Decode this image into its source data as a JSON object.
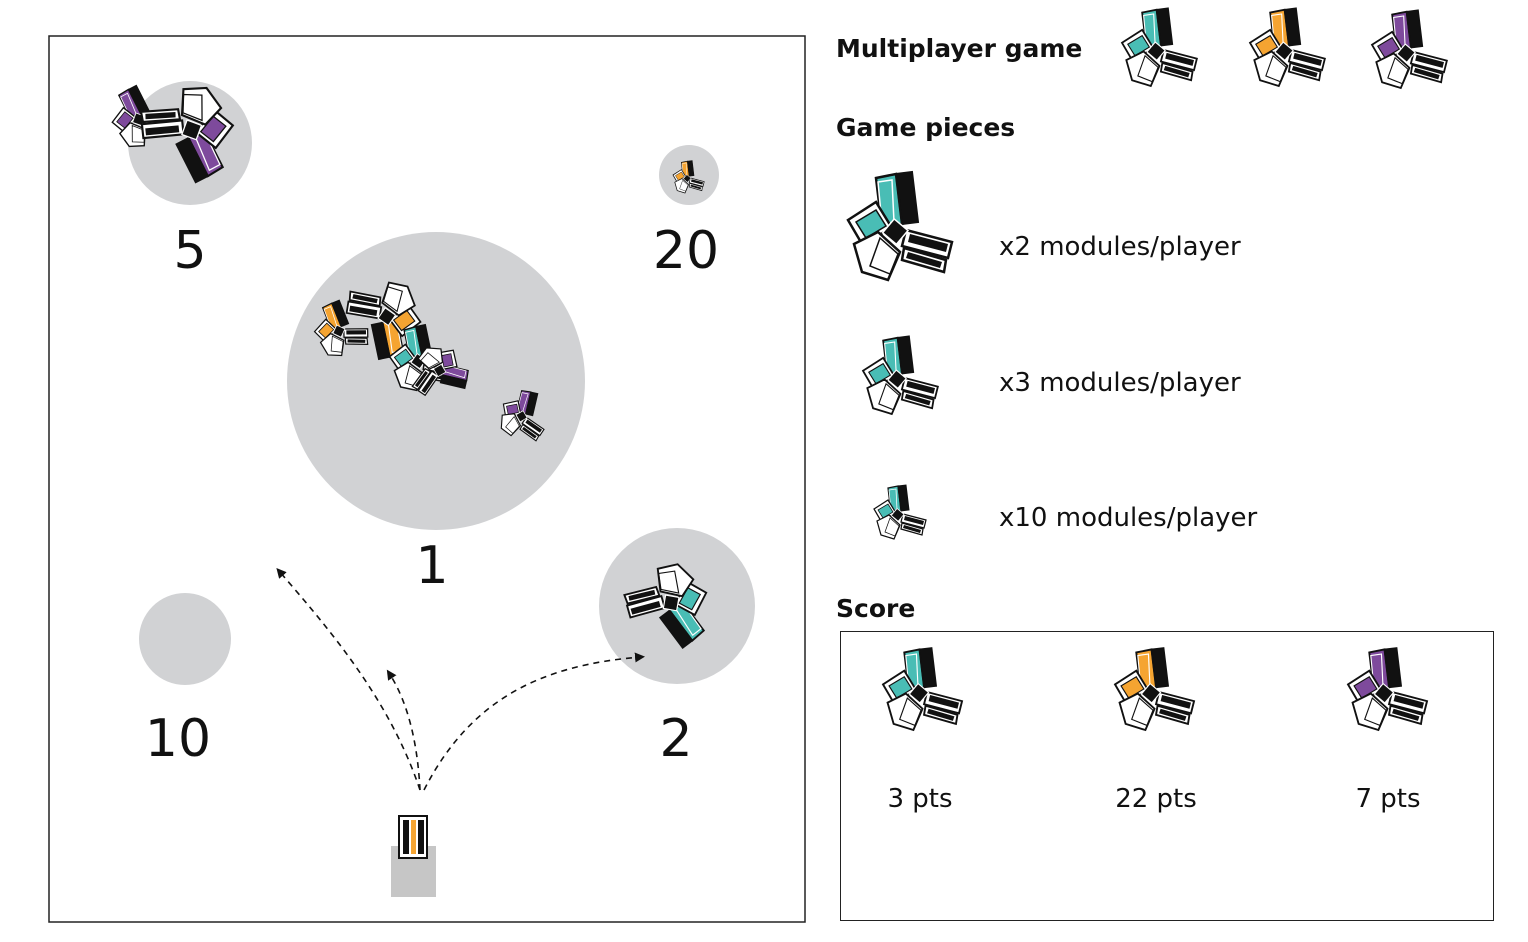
{
  "game_field": {
    "zones": [
      {
        "label": "5"
      },
      {
        "label": "20"
      },
      {
        "label": "1"
      },
      {
        "label": "2"
      },
      {
        "label": "10"
      }
    ]
  },
  "legend": {
    "multiplayer_title": "Multiplayer game",
    "player_colors": [
      "#49bdb5",
      "#f5a431",
      "#7e4a9c"
    ],
    "game_pieces_title": "Game pieces",
    "pieces": [
      {
        "label": "x2 modules/player",
        "icon": "large-module-icon"
      },
      {
        "label": "x3 modules/player",
        "icon": "medium-module-icon"
      },
      {
        "label": "x10 modules/player",
        "icon": "small-module-icon"
      }
    ]
  },
  "score": {
    "title": "Score",
    "entries": [
      {
        "player_color": "#49bdb5",
        "text": "3 pts"
      },
      {
        "player_color": "#f5a431",
        "text": "22 pts"
      },
      {
        "player_color": "#7e4a9c",
        "text": "7 pts"
      }
    ]
  },
  "colors": {
    "zone_fill": "#d1d2d4",
    "launcher_fill": "#c6c6c6",
    "outline": "#111111"
  }
}
